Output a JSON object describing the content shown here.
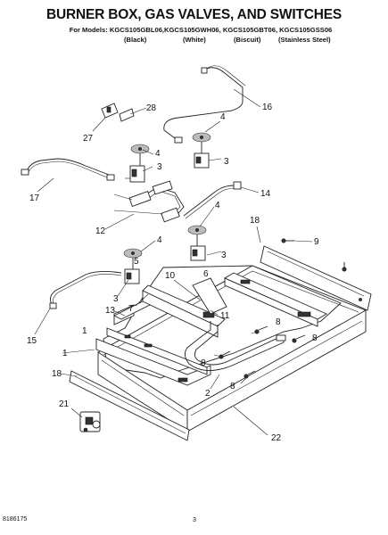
{
  "header": {
    "title": "BURNER BOX, GAS VALVES, AND SWITCHES",
    "models": "For Models: KGCS105GBL06,KGCS105GWH06, KGCS105GBT06, KGCS105GSS06",
    "variants": [
      "(Black)",
      "(White)",
      "(Biscuit)",
      "(Stainless Steel)"
    ]
  },
  "callouts": [
    "1",
    "1",
    "2",
    "3",
    "3",
    "3",
    "3",
    "4",
    "4",
    "4",
    "4",
    "5",
    "6",
    "7",
    "8",
    "8",
    "8",
    "8",
    "9",
    "10",
    "11",
    "12",
    "13",
    "14",
    "15",
    "16",
    "17",
    "18",
    "18",
    "21",
    "22",
    "27",
    "28"
  ],
  "footer": {
    "doc_number": "8186175",
    "page_number": "3"
  }
}
